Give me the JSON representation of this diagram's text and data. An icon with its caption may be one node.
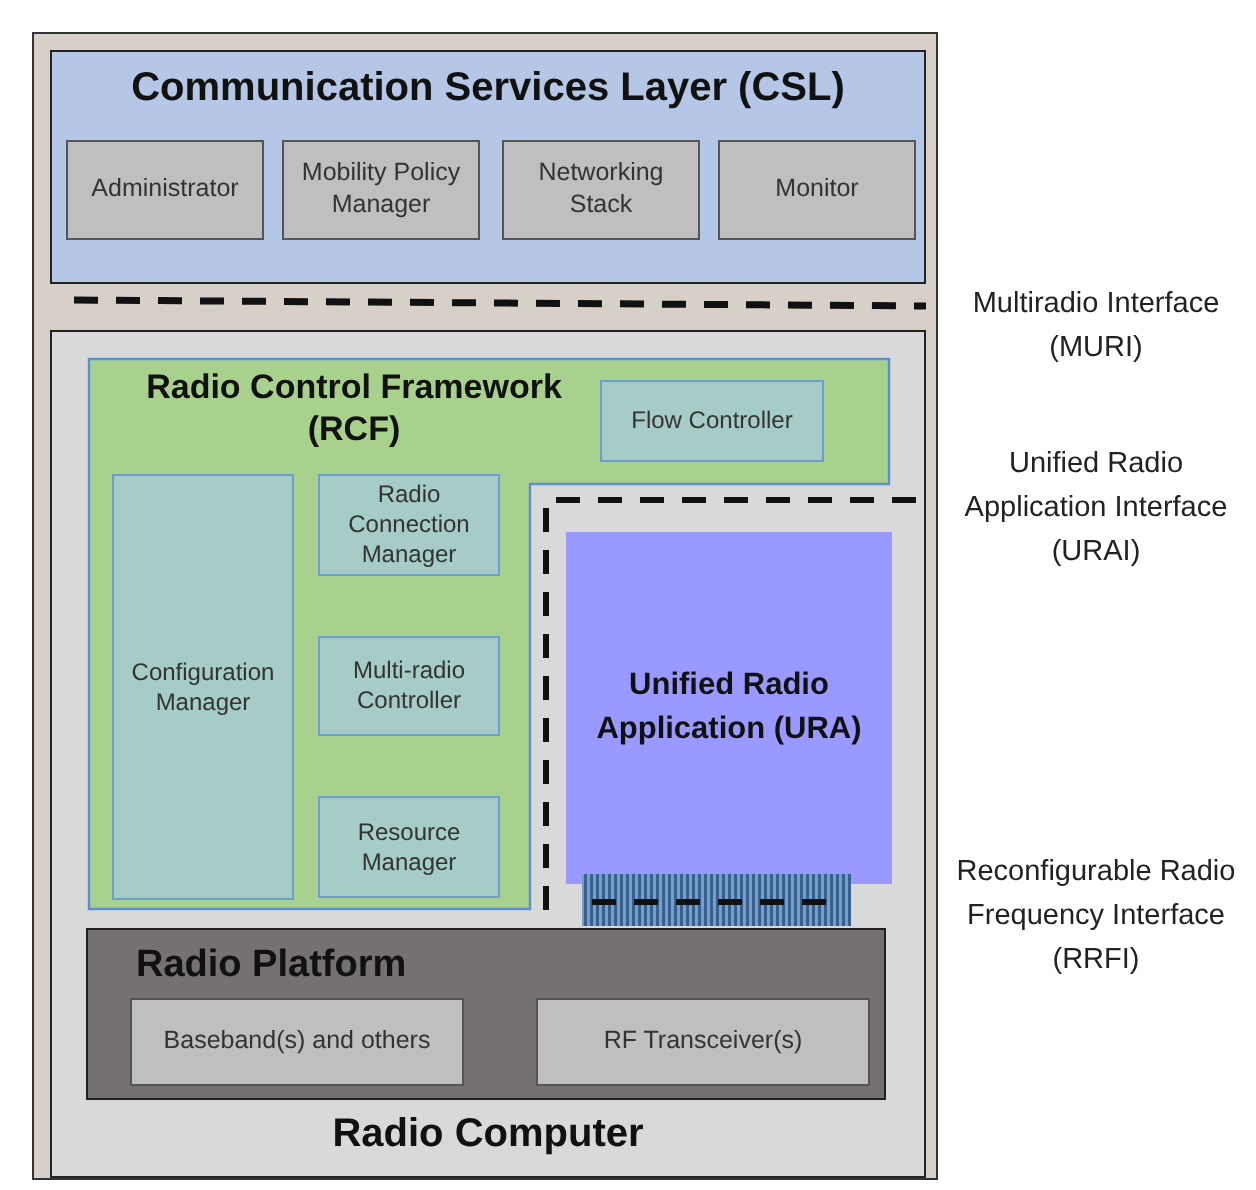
{
  "diagram": {
    "nodes": [
      {
        "text": [
          "Communication Services Layer (CSL)"
        ]
      },
      {
        "text": [
          "Administrator"
        ],
        "in": 0
      },
      {
        "text": [
          "Mobility Policy Manager"
        ],
        "in": 0
      },
      {
        "text": [
          "Networking Stack"
        ],
        "in": 0
      },
      {
        "text": [
          "Monitor"
        ],
        "in": 0
      },
      {
        "text": [
          "Radio Computer"
        ]
      },
      {
        "text": [
          "Radio Control Framework (RCF)"
        ],
        "in": 5
      },
      {
        "text": [
          "Flow Controller"
        ],
        "in": 6
      },
      {
        "text": [
          "Configuration Manager"
        ],
        "in": 6
      },
      {
        "text": [
          "Radio Connection Manager"
        ],
        "in": 6
      },
      {
        "text": [
          "Multi-radio Controller"
        ],
        "in": 6
      },
      {
        "text": [
          "Resource Manager"
        ],
        "in": 6
      },
      {
        "text": [
          "Unified Radio Application (URA)"
        ],
        "in": 5
      },
      {
        "text": [
          "Radio Platform"
        ],
        "in": 5
      },
      {
        "text": [
          "Baseband(s) and others"
        ],
        "in": 13
      },
      {
        "text": [
          "RF Transceiver(s)"
        ],
        "in": 13
      }
    ],
    "labels": [
      "Multiradio Interface (MURI)",
      "Unified Radio Application Interface (URAI)",
      "Reconfigurable Radio Frequency Interface (RRFI)"
    ]
  }
}
